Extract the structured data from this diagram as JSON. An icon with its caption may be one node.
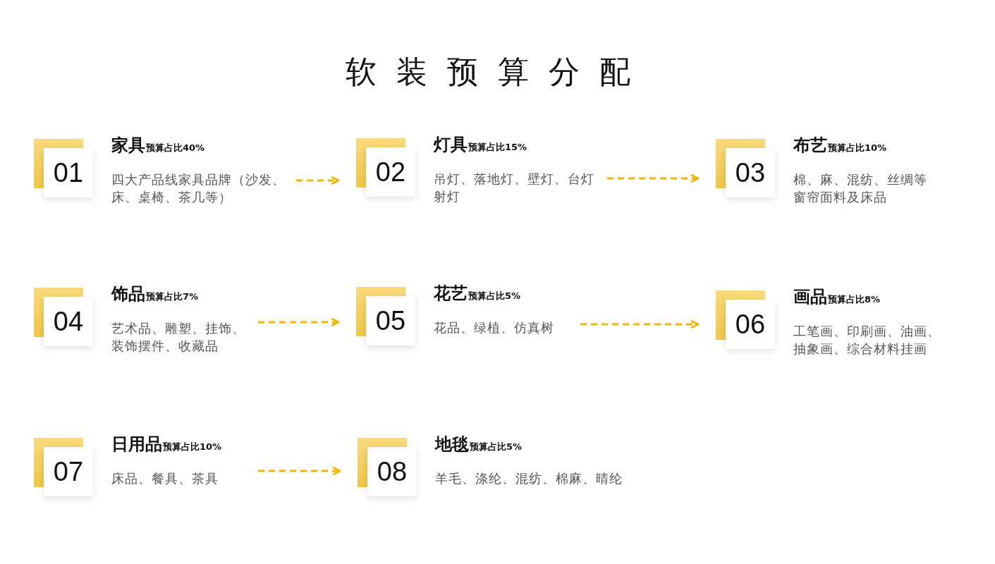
{
  "diagram": {
    "title": "软装预算分配",
    "nodes": [
      {
        "text": [
          "01",
          "家具",
          "预算占比40%",
          "四大产品线家具品牌（沙发、床、桌椅、茶几等）"
        ]
      },
      {
        "text": [
          "02",
          "灯具",
          "预算占比15%",
          "吊灯、落地灯、壁灯、台灯射灯"
        ]
      },
      {
        "text": [
          "03",
          "布艺",
          "预算占比10%",
          "棉、麻、混纺、丝绸等窗帘面料及床品"
        ]
      },
      {
        "text": [
          "04",
          "饰品",
          "预算占比7%",
          "艺术品、雕塑、挂饰、装饰摆件、收藏品"
        ]
      },
      {
        "text": [
          "05",
          "花艺",
          "预算占比5%",
          "花品、绿植、仿真树"
        ]
      },
      {
        "text": [
          "06",
          "画品",
          "预算占比8%",
          "工笔画、印刷画、油画、抽象画、综合材料挂画"
        ]
      },
      {
        "text": [
          "07",
          "日用品",
          "预算占比10%",
          "床品、餐具、茶具"
        ]
      },
      {
        "text": [
          "08",
          "地毯",
          "预算占比5%",
          "羊毛、涤纶、混纺、棉麻、晴纶"
        ]
      }
    ],
    "edges": [
      {
        "from": 0,
        "to": 1,
        "arrow": "to",
        "style": "dashed"
      },
      {
        "from": 1,
        "to": 2,
        "arrow": "to",
        "style": "dashed"
      },
      {
        "from": 3,
        "to": 4,
        "arrow": "to",
        "style": "dashed"
      },
      {
        "from": 4,
        "to": 5,
        "arrow": "to",
        "style": "dashed"
      },
      {
        "from": 6,
        "to": 7,
        "arrow": "to",
        "style": "dashed"
      }
    ]
  }
}
